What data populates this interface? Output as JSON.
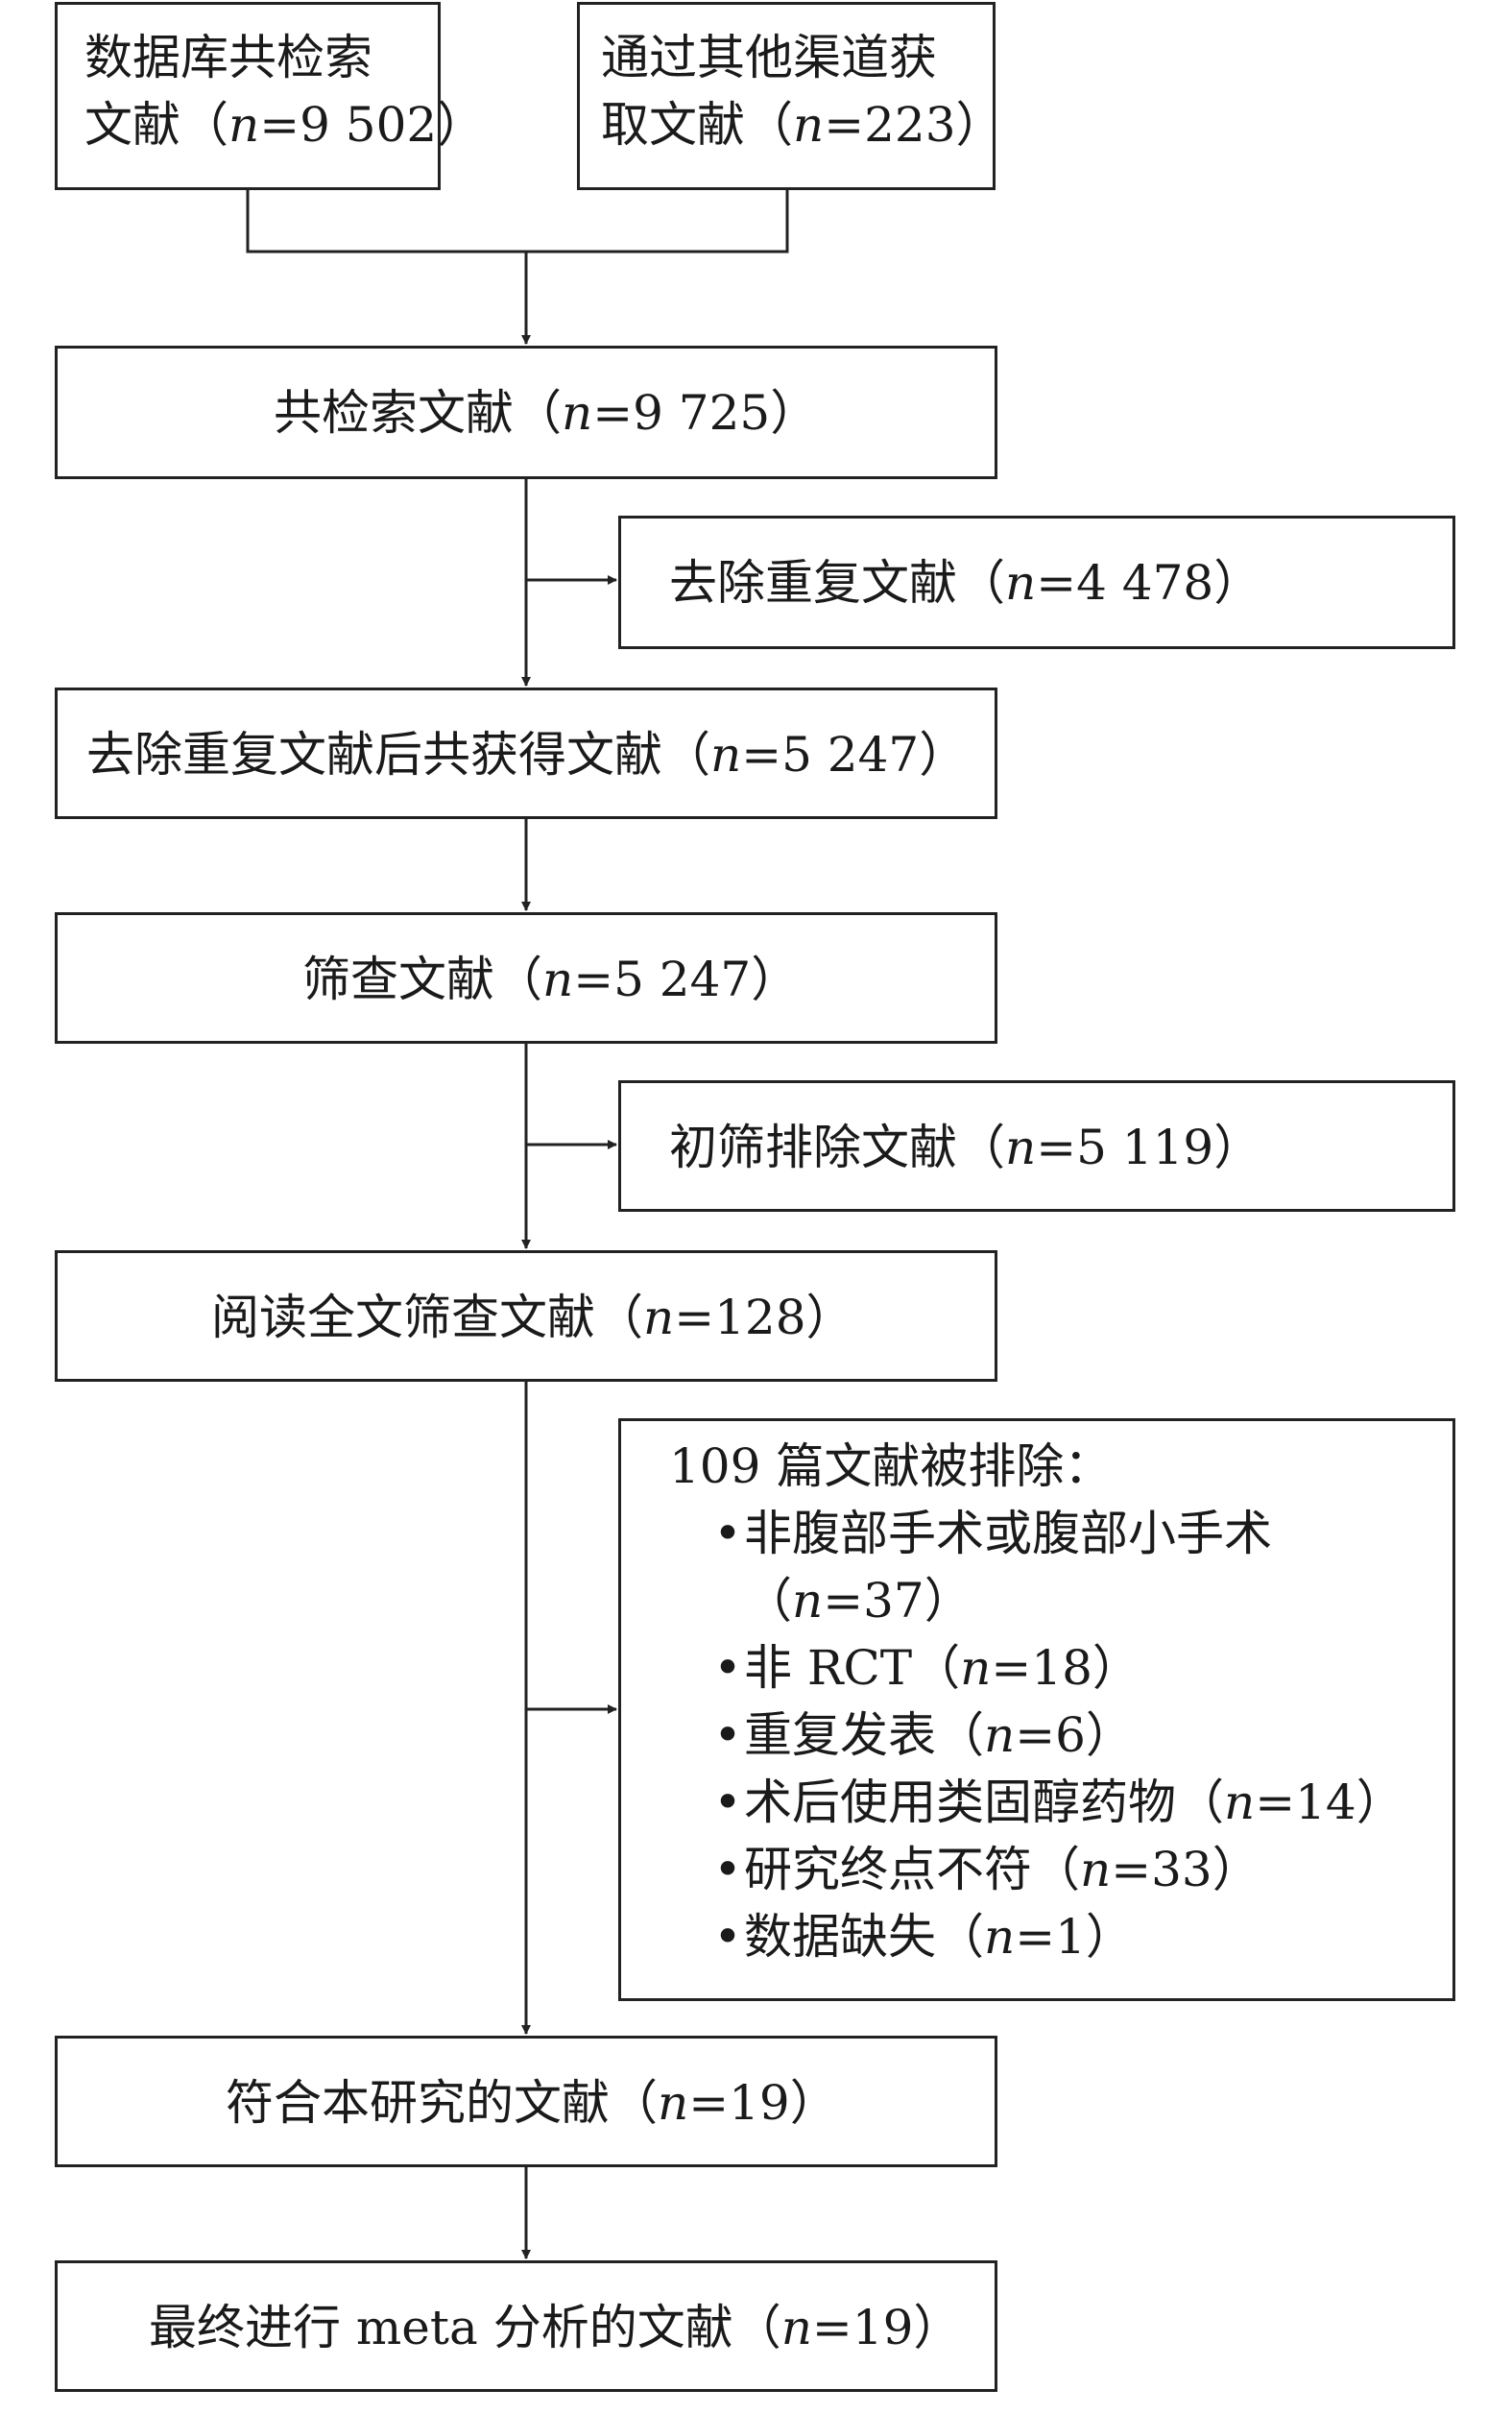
{
  "nodes": {
    "db_search": {
      "line1": "数据库共检索",
      "line2_pre": "文献（",
      "n": "n",
      "line2_post": "=9 502）"
    },
    "other_sources": {
      "line1": "通过其他渠道获",
      "line2_pre": "取文献（",
      "n": "n",
      "line2_post": "=223）"
    },
    "total_retrieved": {
      "pre": "共检索文献（",
      "n": "n",
      "post": "=9 725）"
    },
    "duplicates_removed": {
      "pre": "去除重复文献（",
      "n": "n",
      "post": "=4 478）"
    },
    "after_dedup": {
      "pre": "去除重复文献后共获得文献（",
      "n": "n",
      "post": "=5 247）"
    },
    "screened": {
      "pre": "筛查文献（",
      "n": "n",
      "post": "=5 247）"
    },
    "initial_excluded": {
      "pre": "初筛排除文献（",
      "n": "n",
      "post": "=5 119）"
    },
    "fulltext_screened": {
      "pre": "阅读全文筛查文献（",
      "n": "n",
      "post": "=128）"
    },
    "excluded_fulltext": {
      "title": "109 篇文献被排除：",
      "bullet": "•",
      "reasons": [
        {
          "pre": "非腹部手术或腹部小手术",
          "n": "",
          "post": ""
        },
        {
          "pre": "（",
          "n": "n",
          "post": "=37）"
        },
        {
          "pre": "非 RCT（",
          "n": "n",
          "post": "=18）"
        },
        {
          "pre": "重复发表（",
          "n": "n",
          "post": "=6）"
        },
        {
          "pre": "术后使用类固醇药物（",
          "n": "n",
          "post": "=14）"
        },
        {
          "pre": "研究终点不符（",
          "n": "n",
          "post": "=33）"
        },
        {
          "pre": "数据缺失（",
          "n": "n",
          "post": "=1）"
        }
      ]
    },
    "eligible": {
      "pre": "符合本研究的文献（",
      "n": "n",
      "post": "=19）"
    },
    "final_meta": {
      "pre": "最终进行 meta 分析的文献（",
      "n": "n",
      "post": "=19）"
    }
  }
}
